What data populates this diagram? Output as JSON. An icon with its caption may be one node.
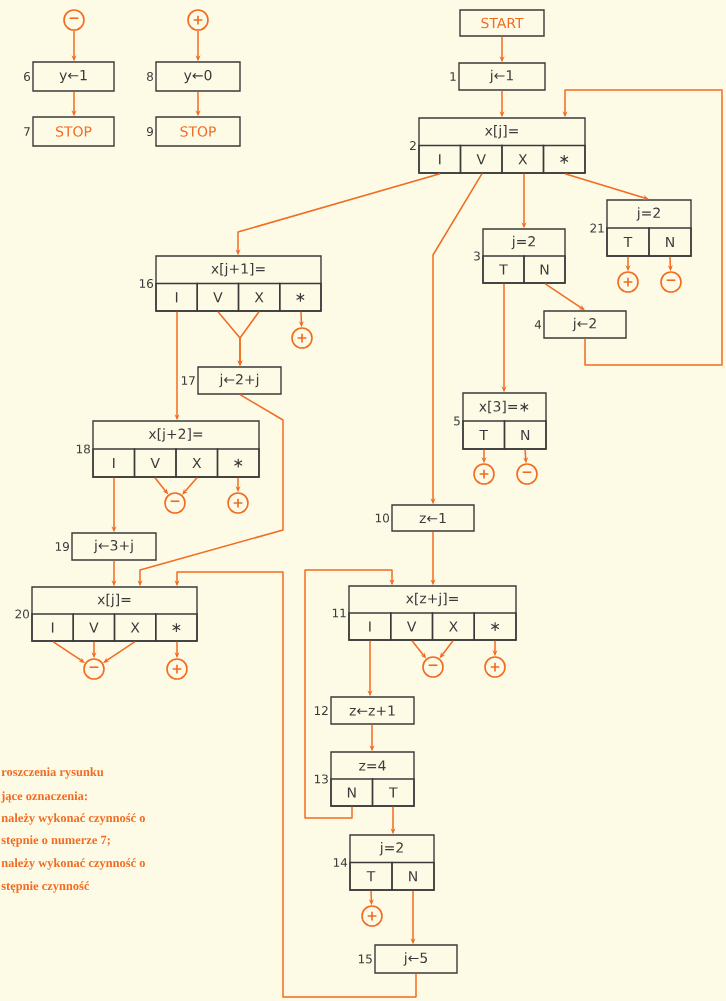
{
  "diagram": {
    "nodes": [
      {
        "text": [
          "−"
        ]
      },
      {
        "text": [
          "y←1"
        ],
        "beside": [
          "6"
        ]
      },
      {
        "text": [
          "STOP"
        ],
        "beside": [
          "7"
        ]
      },
      {
        "text": [
          "+"
        ]
      },
      {
        "text": [
          "y←0"
        ],
        "beside": [
          "8"
        ]
      },
      {
        "text": [
          "STOP"
        ],
        "beside": [
          "9"
        ]
      },
      {
        "text": [
          "START"
        ]
      },
      {
        "text": [
          "j←1"
        ],
        "beside": [
          "1"
        ]
      },
      {
        "text": [
          "x[j]="
        ],
        "beside": [
          "2"
        ]
      },
      {
        "text": [
          "I"
        ],
        "in": 8
      },
      {
        "text": [
          "V"
        ],
        "in": 8
      },
      {
        "text": [
          "X"
        ],
        "in": 8
      },
      {
        "text": [
          "∗"
        ],
        "in": 8
      },
      {
        "text": [
          "j=2"
        ],
        "beside": [
          "3"
        ]
      },
      {
        "text": [
          "T"
        ],
        "in": 13
      },
      {
        "text": [
          "N"
        ],
        "in": 13
      },
      {
        "text": [
          "j=2"
        ],
        "beside": [
          "21"
        ]
      },
      {
        "text": [
          "T"
        ],
        "in": 16
      },
      {
        "text": [
          "N"
        ],
        "in": 16
      },
      {
        "text": [
          "+"
        ]
      },
      {
        "text": [
          "−"
        ]
      },
      {
        "text": [
          "j←2"
        ],
        "beside": [
          "4"
        ]
      },
      {
        "text": [
          "x[3]=∗"
        ],
        "beside": [
          "5"
        ]
      },
      {
        "text": [
          "T"
        ],
        "in": 22
      },
      {
        "text": [
          "N"
        ],
        "in": 22
      },
      {
        "text": [
          "+"
        ]
      },
      {
        "text": [
          "−"
        ]
      },
      {
        "text": [
          "x[j+1]="
        ],
        "beside": [
          "16"
        ]
      },
      {
        "text": [
          "I"
        ],
        "in": 27
      },
      {
        "text": [
          "V"
        ],
        "in": 27
      },
      {
        "text": [
          "X"
        ],
        "in": 27
      },
      {
        "text": [
          "∗"
        ],
        "in": 27
      },
      {
        "text": [
          "+"
        ]
      },
      {
        "text": [
          "j←2+j"
        ],
        "beside": [
          "17"
        ]
      },
      {
        "text": [
          "x[j+2]="
        ],
        "beside": [
          "18"
        ]
      },
      {
        "text": [
          "I"
        ],
        "in": 34
      },
      {
        "text": [
          "V"
        ],
        "in": 34
      },
      {
        "text": [
          "X"
        ],
        "in": 34
      },
      {
        "text": [
          "∗"
        ],
        "in": 34
      },
      {
        "text": [
          "−"
        ]
      },
      {
        "text": [
          "+"
        ]
      },
      {
        "text": [
          "j←3+j"
        ],
        "beside": [
          "19"
        ]
      },
      {
        "text": [
          "x[j]="
        ],
        "beside": [
          "20"
        ]
      },
      {
        "text": [
          "I"
        ],
        "in": 42
      },
      {
        "text": [
          "V"
        ],
        "in": 42
      },
      {
        "text": [
          "X"
        ],
        "in": 42
      },
      {
        "text": [
          "∗"
        ],
        "in": 42
      },
      {
        "text": [
          "−"
        ]
      },
      {
        "text": [
          "+"
        ]
      },
      {
        "text": [
          "z←1"
        ],
        "beside": [
          "10"
        ]
      },
      {
        "text": [
          "x[z+j]="
        ],
        "beside": [
          "11"
        ]
      },
      {
        "text": [
          "I"
        ],
        "in": 50
      },
      {
        "text": [
          "V"
        ],
        "in": 50
      },
      {
        "text": [
          "X"
        ],
        "in": 50
      },
      {
        "text": [
          "∗"
        ],
        "in": 50
      },
      {
        "text": [
          "−"
        ]
      },
      {
        "text": [
          "+"
        ]
      },
      {
        "text": [
          "z←z+1"
        ],
        "beside": [
          "12"
        ]
      },
      {
        "text": [
          "z=4"
        ],
        "beside": [
          "13"
        ]
      },
      {
        "text": [
          "N"
        ],
        "in": 58
      },
      {
        "text": [
          "T"
        ],
        "in": 58
      },
      {
        "text": [
          "j=2"
        ],
        "beside": [
          "14"
        ]
      },
      {
        "text": [
          "T"
        ],
        "in": 61
      },
      {
        "text": [
          "N"
        ],
        "in": 61
      },
      {
        "text": [
          "+"
        ]
      },
      {
        "text": [
          "j←5"
        ],
        "beside": [
          "15"
        ]
      }
    ],
    "edges": [
      {
        "from": 0,
        "to": 1,
        "arrow": "to"
      },
      {
        "from": 1,
        "to": 2,
        "arrow": "to"
      },
      {
        "from": 3,
        "to": 4,
        "arrow": "to"
      },
      {
        "from": 4,
        "to": 5,
        "arrow": "to"
      },
      {
        "from": 6,
        "to": 7,
        "arrow": "to"
      },
      {
        "from": 7,
        "to": 8,
        "arrow": "to"
      },
      {
        "from": 9,
        "to": 27,
        "arrow": "to"
      },
      {
        "from": 10,
        "to": 49,
        "arrow": "to"
      },
      {
        "from": 11,
        "to": 13,
        "arrow": "to"
      },
      {
        "from": 12,
        "to": 16,
        "arrow": "to"
      },
      {
        "from": 17,
        "to": 19,
        "arrow": "to"
      },
      {
        "from": 18,
        "to": 20,
        "arrow": "to"
      },
      {
        "from": 14,
        "to": 22,
        "arrow": "to"
      },
      {
        "from": 15,
        "to": 21,
        "arrow": "to"
      },
      {
        "from": 21,
        "to": 8,
        "arrow": "to"
      },
      {
        "from": 23,
        "to": 25,
        "arrow": "to"
      },
      {
        "from": 24,
        "to": 26,
        "arrow": "to"
      },
      {
        "from": 28,
        "to": 34,
        "arrow": "to"
      },
      {
        "from": 29,
        "to": 33,
        "arrow": "to"
      },
      {
        "from": 30,
        "to": 33,
        "arrow": "to"
      },
      {
        "from": 31,
        "to": 32,
        "arrow": "to"
      },
      {
        "from": 33,
        "to": 42,
        "arrow": "to"
      },
      {
        "from": 35,
        "to": 41,
        "arrow": "to"
      },
      {
        "from": 36,
        "to": 39,
        "arrow": "to"
      },
      {
        "from": 37,
        "to": 39,
        "arrow": "to"
      },
      {
        "from": 38,
        "to": 40,
        "arrow": "to"
      },
      {
        "from": 41,
        "to": 42,
        "arrow": "to"
      },
      {
        "from": 43,
        "to": 47,
        "arrow": "to"
      },
      {
        "from": 44,
        "to": 47,
        "arrow": "to"
      },
      {
        "from": 45,
        "to": 47,
        "arrow": "to"
      },
      {
        "from": 46,
        "to": 48,
        "arrow": "to"
      },
      {
        "from": 65,
        "to": 42,
        "arrow": "to"
      },
      {
        "from": 49,
        "to": 50,
        "arrow": "to"
      },
      {
        "from": 51,
        "to": 57,
        "arrow": "to"
      },
      {
        "from": 52,
        "to": 55,
        "arrow": "to"
      },
      {
        "from": 53,
        "to": 55,
        "arrow": "to"
      },
      {
        "from": 54,
        "to": 56,
        "arrow": "to"
      },
      {
        "from": 57,
        "to": 58,
        "arrow": "to"
      },
      {
        "from": 59,
        "to": 50,
        "arrow": "to"
      },
      {
        "from": 60,
        "to": 61,
        "arrow": "to"
      },
      {
        "from": 62,
        "to": 64,
        "arrow": "to"
      },
      {
        "from": 63,
        "to": 65,
        "arrow": "to"
      }
    ],
    "labels": [
      "roszczenia rysunku",
      "jące oznaczenia:",
      "należy wykonać czynność o",
      "stępnie o numerze 7;",
      "należy wykonać czynność o",
      "stępnie czynność"
    ]
  }
}
